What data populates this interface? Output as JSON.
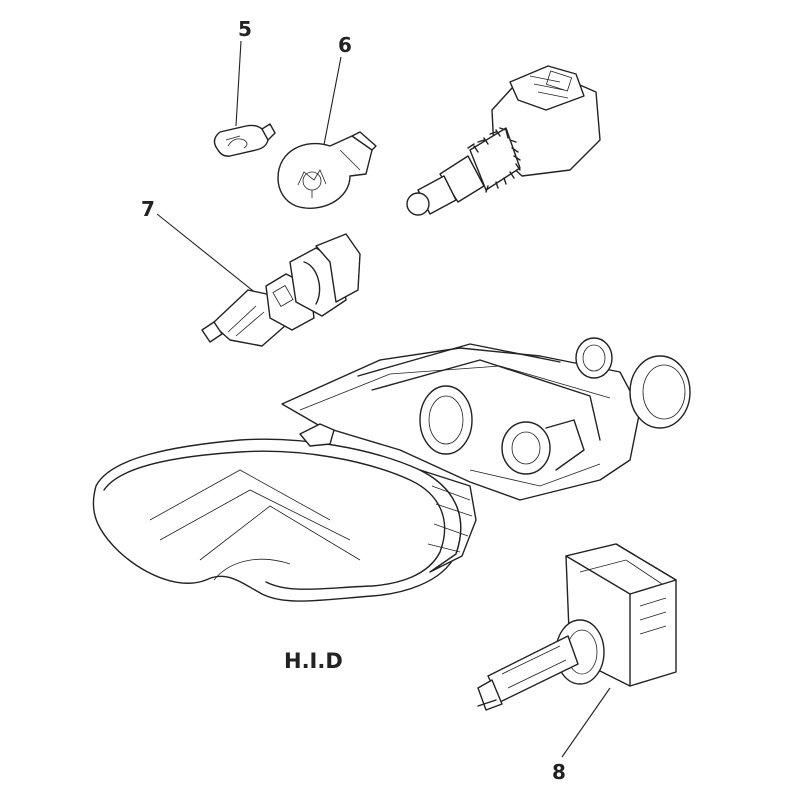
{
  "callouts": [
    {
      "id": "5",
      "text": "5"
    },
    {
      "id": "6",
      "text": "6"
    },
    {
      "id": "7",
      "text": "7"
    },
    {
      "id": "8",
      "text": "8"
    }
  ],
  "caption": "H.I.D",
  "parts": {
    "p5": "capless-wedge-bulb",
    "p6": "bayonet-bulb",
    "p7": "halogen-bulb",
    "p8": "hid-xenon-bulb",
    "unit": "headlamp-assembly",
    "connector": "bulb-holder-with-connector"
  }
}
